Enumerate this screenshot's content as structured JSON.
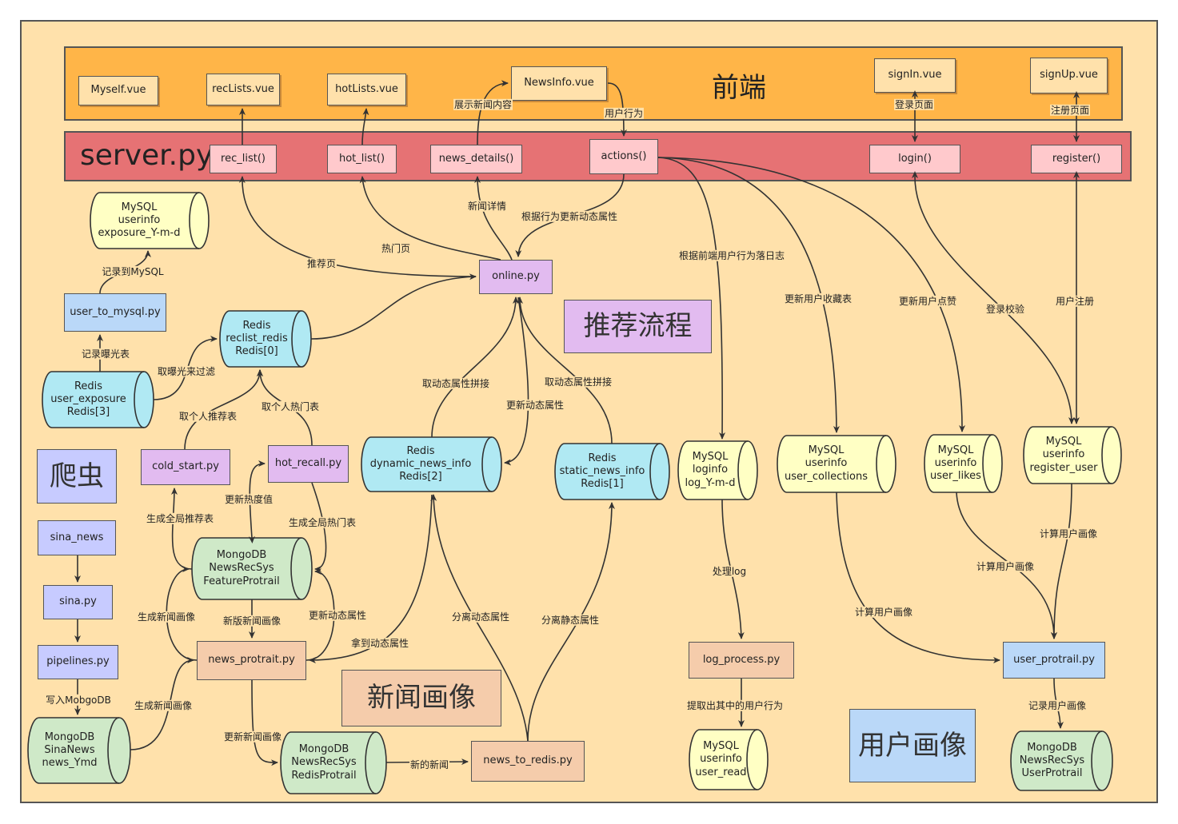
{
  "frontend": {
    "title": "前端",
    "files": [
      "Myself.vue",
      "recLists.vue",
      "hotLists.vue",
      "NewsInfo.vue",
      "signIn.vue",
      "signUp.vue"
    ]
  },
  "server": {
    "title": "server.py",
    "functions": [
      "rec_list()",
      "hot_list()",
      "news_details()",
      "actions()",
      "login()",
      "register()"
    ]
  },
  "sections": {
    "recommend": "推荐流程",
    "crawler": "爬虫",
    "news_portrait": "新闻画像",
    "user_portrait": "用户画像"
  },
  "modules": {
    "online": "online.py",
    "user_to_mysql": "user_to_mysql.py",
    "cold_start": "cold_start.py",
    "hot_recall": "hot_recall.py",
    "news_protrait": "news_protrait.py",
    "news_to_redis": "news_to_redis.py",
    "log_process": "log_process.py",
    "user_protrail": "user_protrail.py",
    "sina_news": "sina_news",
    "sina_py": "sina.py",
    "pipelines": "pipelines.py"
  },
  "stores": {
    "mysql_exposure": "MySQL\nuserinfo\nexposure_Y-m-d",
    "redis_reclist": "Redis\nreclist_redis\nRedis[0]",
    "redis_exposure": "Redis\nuser_exposure\nRedis[3]",
    "redis_dynamic": "Redis\ndynamic_news_info\nRedis[2]",
    "redis_static": "Redis\nstatic_news_info\nRedis[1]",
    "mysql_loginfo": "MySQL\nloginfo\nlog_Y-m-d",
    "mysql_collections": "MySQL\nuserinfo\nuser_collections",
    "mysql_likes": "MySQL\nuserinfo\nuser_likes",
    "mysql_register": "MySQL\nuserinfo\nregister_user",
    "mongo_feature": "MongoDB\nNewsRecSys\nFeatureProtrail",
    "mongo_sina": "MongoDB\nSinaNews\nnews_Ymd",
    "mongo_redisprotrail": "MongoDB\nNewsRecSys\nRedisProtrail",
    "mysql_user_read": "MySQL\nuserinfo\nuser_read",
    "mongo_userprotrail": "MongoDB\nNewsRecSys\nUserProtrail"
  },
  "labels": {
    "show_news": "展示新闻内容",
    "user_action": "用户行为",
    "login_page": "登录页面",
    "register_page": "注册页面",
    "news_detail": "新闻详情",
    "update_by_action": "根据行为更新动态属性",
    "hot_page": "热门页",
    "rec_page": "推荐页",
    "log_by_action": "根据前端用户行为落日志",
    "update_collect": "更新用户收藏表",
    "update_like": "更新用户点赞",
    "login_check": "登录校验",
    "user_register": "用户注册",
    "record_mysql": "记录到MySQL",
    "record_exposure": "记录曝光表",
    "filter_exposure": "取曝光来过滤",
    "personal_rec": "取个人推荐表",
    "personal_hot": "取个人热门表",
    "dyn_concat_1": "取动态属性拼接",
    "update_dyn_1": "更新动态属性",
    "dyn_concat_2": "取动态属性拼接",
    "gen_global_rec": "生成全局推荐表",
    "update_hot": "更新热度值",
    "gen_global_hot": "生成全局热门表",
    "gen_news_portrait_1": "生成新闻画像",
    "new_news_portrait": "新版新闻画像",
    "update_dyn_2": "更新动态属性",
    "get_dyn": "拿到动态属性",
    "split_dyn": "分离动态属性",
    "split_static": "分离静态属性",
    "write_mongo": "写入MobgoDB",
    "gen_news_portrait_2": "生成新闻画像",
    "update_news_portrait": "更新新闻画像",
    "new_news": "新的新闻",
    "process_log": "处理log",
    "extract_actions": "提取出其中的用户行为",
    "calc_portrait_1": "计算用户画像",
    "calc_portrait_2": "计算用户画像",
    "calc_portrait_3": "计算用户画像",
    "record_portrait": "记录用户画像"
  },
  "colors": {
    "frame": "#ffe1ab",
    "frontend": "#ffb548",
    "server": "#e67274",
    "server_fn": "#ffc9cc",
    "mysql": "#ffffc4",
    "redis": "#b0e9f3",
    "mongo": "#cfe9c8",
    "module_purple": "#e2bbf0",
    "module_blue": "#bad8f8",
    "module_peach": "#f5ccab",
    "crawler": "#c7cbff"
  }
}
